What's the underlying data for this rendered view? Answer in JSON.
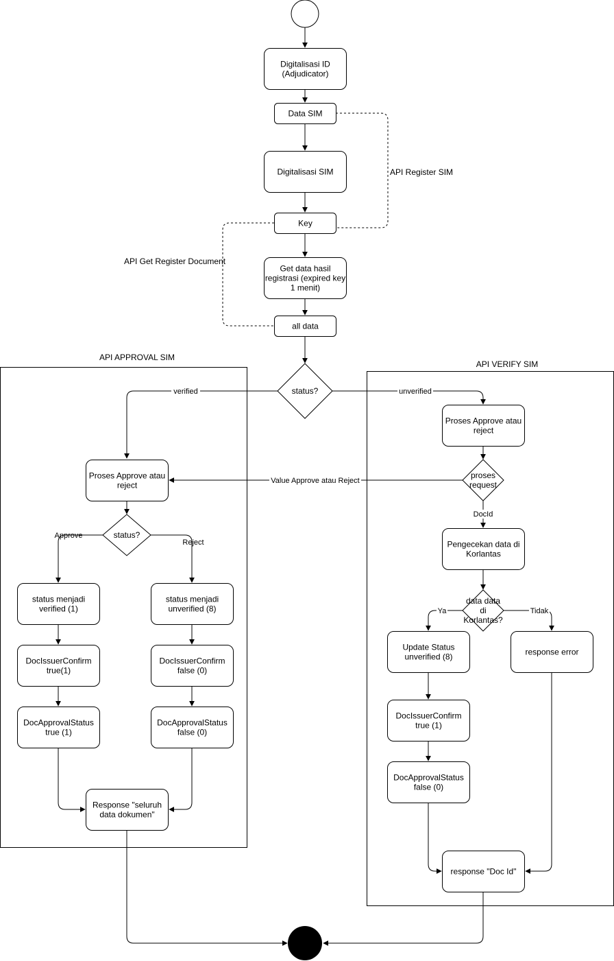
{
  "nodes": {
    "digitalisasi_id": [
      "Digitalisasi ID",
      "(Adjudicator)"
    ],
    "data_sim": [
      "Data SIM"
    ],
    "digitalisasi_sim": [
      "Digitalisasi SIM"
    ],
    "key": [
      "Key"
    ],
    "get_data": [
      "Get data hasil",
      "registrasi (expired key",
      "1 menit)"
    ],
    "all_data": [
      "all data"
    ],
    "status_main": [
      "status?"
    ],
    "approval_proses": [
      "Proses Approve atau",
      "reject"
    ],
    "approval_status": [
      "status?"
    ],
    "status_verified": [
      "status menjadi",
      "verified (1)"
    ],
    "status_unverified": [
      "status menjadi",
      "unverified (8)"
    ],
    "confirm_true": [
      "DocIssuerConfirm",
      "true(1)"
    ],
    "confirm_false": [
      "DocIssuerConfirm",
      "false (0)"
    ],
    "approval_status_true": [
      "DocApprovalStatus",
      "true (1)"
    ],
    "approval_status_false": [
      "DocApprovalStatus",
      "false (0)"
    ],
    "response_all": [
      "Response \"seluruh",
      "data dokumen\""
    ],
    "verify_proses": [
      "Proses Approve atau",
      "reject"
    ],
    "proses_request": [
      "proses",
      "request"
    ],
    "pengecekan": [
      "Pengecekan data di",
      "Korlantas"
    ],
    "data_korlantas": [
      "data data",
      "di",
      "Korlantas?"
    ],
    "update_status": [
      "Update Status",
      "unverified (8)"
    ],
    "response_error": [
      "response error"
    ],
    "verify_confirm": [
      "DocIssuerConfirm",
      "true (1)"
    ],
    "verify_approval_status": [
      "DocApprovalStatus",
      "false (0)"
    ],
    "response_docid": [
      "response \"Doc Id\""
    ]
  },
  "labels": {
    "api_register_sim": "API Register SIM",
    "api_get_register_document": "API Get Register Document",
    "swimlane_approval": "API APPROVAL SIM",
    "swimlane_verify": "API VERIFY SIM",
    "edge_verified": "verified",
    "edge_unverified": "unverified",
    "edge_value": "Value Approve atau Reject",
    "edge_approve": "Approve",
    "edge_reject": "Reject",
    "edge_docid": "DocId",
    "edge_ya": "Ya",
    "edge_tidak": "Tidak"
  }
}
